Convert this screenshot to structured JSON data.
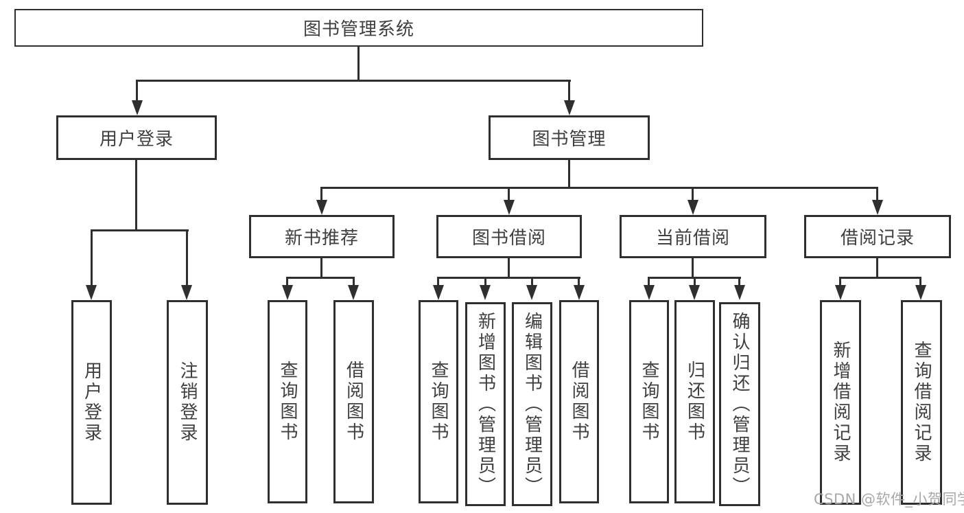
{
  "tree": {
    "label": "图书管理系统",
    "children": [
      {
        "label": "用户登录",
        "children": [
          {
            "label": "用户登录"
          },
          {
            "label": "注销登录"
          }
        ]
      },
      {
        "label": "图书管理",
        "children": [
          {
            "label": "新书推荐",
            "children": [
              {
                "label": "查询图书"
              },
              {
                "label": "借阅图书"
              }
            ]
          },
          {
            "label": "图书借阅",
            "children": [
              {
                "label": "查询图书"
              },
              {
                "label": "新增图书（管理员）"
              },
              {
                "label": "编辑图书（管理员）"
              },
              {
                "label": "借阅图书"
              }
            ]
          },
          {
            "label": "当前借阅",
            "children": [
              {
                "label": "查询图书"
              },
              {
                "label": "归还图书"
              },
              {
                "label": "确认归还（管理员）"
              }
            ]
          },
          {
            "label": "借阅记录",
            "children": [
              {
                "label": "新增借阅记录"
              },
              {
                "label": "查询借阅记录"
              }
            ]
          }
        ]
      }
    ]
  },
  "watermark": "CSDN @软件_小贺同学",
  "colors": {
    "line": "#2f2f2f",
    "text": "#3f3f3f",
    "watermark": "#a8a8a8",
    "background": "#ffffff"
  }
}
